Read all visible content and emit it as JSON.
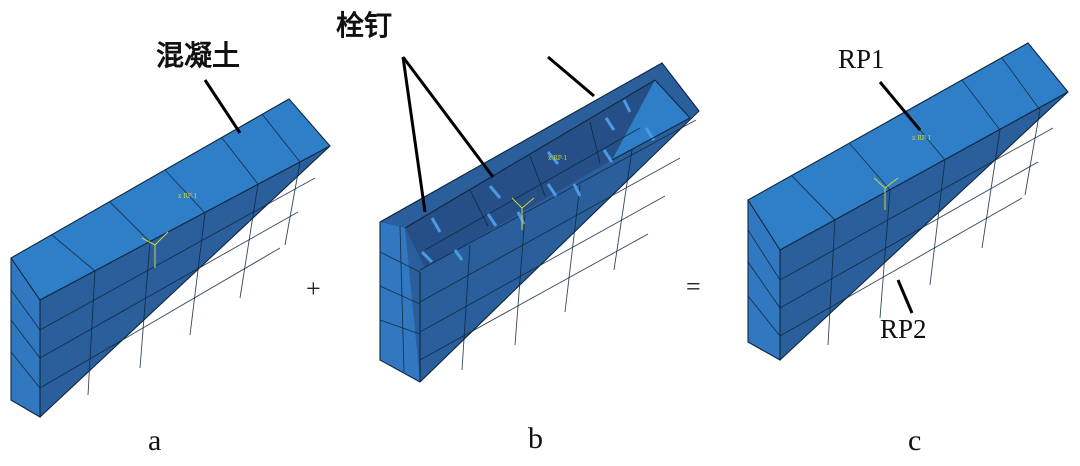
{
  "figure": {
    "labels": {
      "concrete": "混凝土",
      "studs": "栓钉",
      "rp1": "RP1",
      "rp2": "RP2",
      "panel_a": "a",
      "panel_b": "b",
      "panel_c": "c",
      "plus": "+",
      "equals": "="
    },
    "colors": {
      "front_face": "#2a5f9c",
      "top_face": "#2f7fc8",
      "side_face": "#3278c0",
      "inner_face": "#254f86",
      "stud": "#4a9ae6",
      "mesh_edge": "#0f2740",
      "axis": "#cfd43a"
    }
  }
}
